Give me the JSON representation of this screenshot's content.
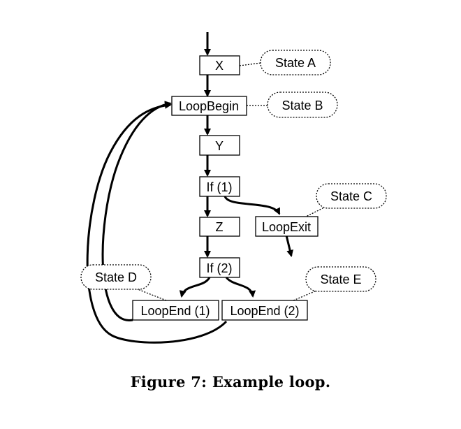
{
  "diagram": {
    "nodes": {
      "x": "X",
      "loop_begin": "LoopBegin",
      "y": "Y",
      "if1": "If (1)",
      "z": "Z",
      "loop_exit": "LoopExit",
      "if2": "If (2)",
      "loop_end1": "LoopEnd (1)",
      "loop_end2": "LoopEnd (2)"
    },
    "states": {
      "a": "State A",
      "b": "State B",
      "c": "State C",
      "d": "State D",
      "e": "State E"
    }
  },
  "caption": "Figure 7:  Example loop."
}
